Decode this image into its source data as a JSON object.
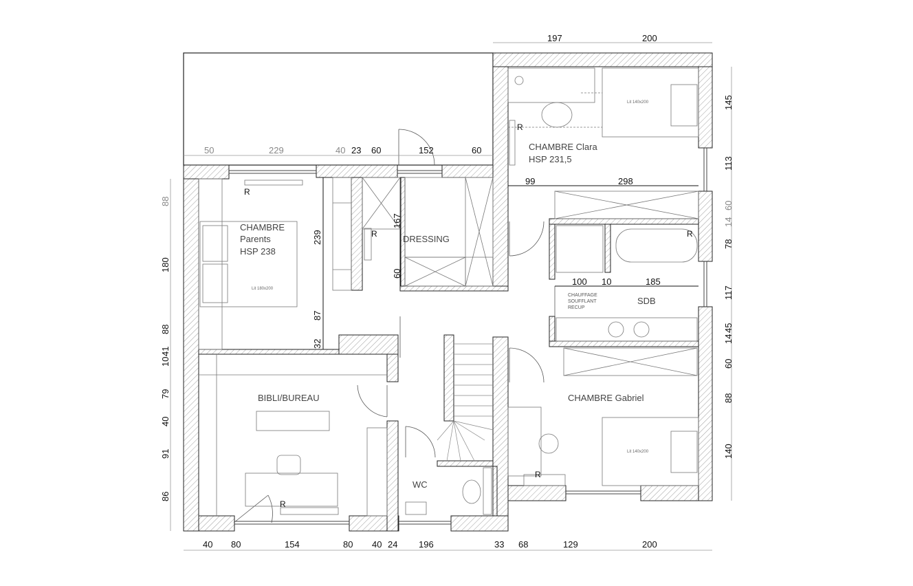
{
  "rooms": {
    "parents_1": "CHAMBRE",
    "parents_2": "Parents",
    "parents_3": "HSP 238",
    "clara_1": "CHAMBRE Clara",
    "clara_2": "HSP 231,5",
    "dressing": "DRESSING",
    "sdb": "SDB",
    "bibli": "BIBLI/BUREAU",
    "wc": "WC",
    "gabriel": "CHAMBRE Gabriel"
  },
  "labels": {
    "lit_180": "Lit 180x200",
    "lit_140_clara": "Lit 140x200",
    "lit_140_gabriel": "Lit 140x200",
    "chauffage_1": "CHAUFFAGE",
    "chauffage_2": "SOUFFLANT",
    "chauffage_3": "RECUP",
    "radiator": "R"
  },
  "dimensions": {
    "top_right": [
      "197",
      "200"
    ],
    "upper_row": [
      "50",
      "229",
      "40",
      "23",
      "60",
      "152",
      "60"
    ],
    "right_side": [
      "145",
      "113",
      "60",
      "14",
      "78",
      "117",
      "45",
      "14",
      "60",
      "88",
      "140"
    ],
    "left_side": [
      "88",
      "180",
      "88",
      "41",
      "10",
      "79",
      "40",
      "91",
      "86"
    ],
    "bottom_row": [
      "40",
      "80",
      "154",
      "80",
      "40",
      "24",
      "196",
      "33",
      "68",
      "129",
      "200"
    ],
    "interior": {
      "clara_99": "99",
      "clara_298": "298",
      "parents_239": "239",
      "parents_87": "87",
      "parents_32": "32",
      "dressing_167": "167",
      "dressing_60": "60",
      "sdb_100": "100",
      "sdb_10": "10",
      "sdb_185": "185"
    }
  },
  "colors": {
    "wall_line": "#222222",
    "hatch": "#888888",
    "furniture": "#777777",
    "dimension_grey": "#888888"
  }
}
